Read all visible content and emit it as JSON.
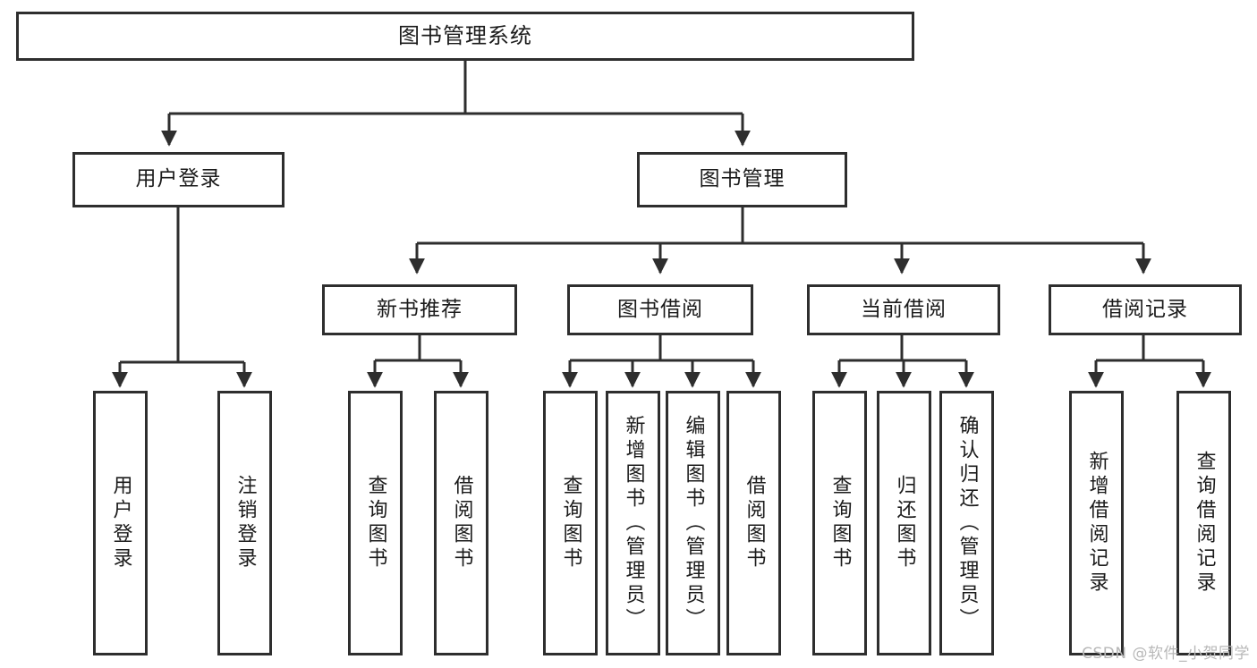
{
  "diagram": {
    "title": "图书管理系统",
    "watermark": "CSDN @软件_小贺同学",
    "stroke_color": "#2e2e2e",
    "text_color": "#1b1b1b",
    "background_color": "#ffffff",
    "watermark_color": "#b8b8b8"
  },
  "nodes": {
    "root": {
      "label": "图书管理系统"
    },
    "level2": [
      {
        "label": "用户登录"
      },
      {
        "label": "图书管理"
      }
    ],
    "level3": [
      {
        "label": "新书推荐"
      },
      {
        "label": "图书借阅"
      },
      {
        "label": "当前借阅"
      },
      {
        "label": "借阅记录"
      }
    ],
    "leaves_user_login": [
      {
        "label": "用户登录"
      },
      {
        "label": "注销登录"
      }
    ],
    "leaves_new_book": [
      {
        "label": "查询图书"
      },
      {
        "label": "借阅图书"
      }
    ],
    "leaves_borrow": [
      {
        "label": "查询图书"
      },
      {
        "label": "新增图书（管理员）"
      },
      {
        "label": "编辑图书（管理员）"
      },
      {
        "label": "借阅图书"
      }
    ],
    "leaves_current": [
      {
        "label": "查询图书"
      },
      {
        "label": "归还图书"
      },
      {
        "label": "确认归还（管理员）"
      }
    ],
    "leaves_records": [
      {
        "label": "新增借阅记录"
      },
      {
        "label": "查询借阅记录"
      }
    ]
  }
}
